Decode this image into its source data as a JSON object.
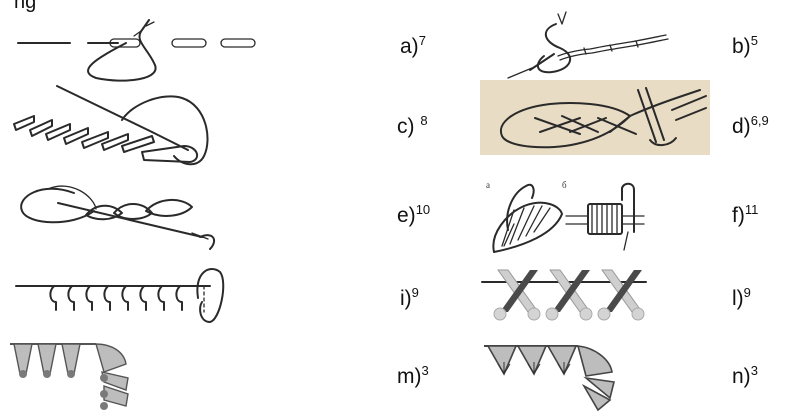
{
  "heading_fragment": "ng",
  "labels": [
    {
      "letter": "a)",
      "sup": "7"
    },
    {
      "letter": "b)",
      "sup": "5"
    },
    {
      "letter": "c) ",
      "sup": "8"
    },
    {
      "letter": "d)",
      "sup": "6,9"
    },
    {
      "letter": "e)",
      "sup": "10"
    },
    {
      "letter": "f)",
      "sup": "11"
    },
    {
      "letter": "i)",
      "sup": "9"
    },
    {
      "letter": "l)",
      "sup": "9"
    },
    {
      "letter": "m)",
      "sup": "3"
    },
    {
      "letter": "n)",
      "sup": "3"
    }
  ],
  "figure_markers": {
    "left": "a",
    "right": "б"
  },
  "icons": {
    "left_column": [
      "running-stitch-icon",
      "stem-stitch-icon",
      "chain-stitch-icon",
      "blanket-stitch-icon",
      "tulip-stitch-icon"
    ],
    "right_column": [
      "backstitch-icon",
      "herringbone-stitch-icon",
      "satin-stitch-icon",
      "cross-stitch-icon",
      "fan-stitch-icon"
    ]
  },
  "colors": {
    "ink": "#2a2a2a",
    "fill_gray": "#bdbdbd",
    "dark_gray": "#4a4a4a"
  }
}
